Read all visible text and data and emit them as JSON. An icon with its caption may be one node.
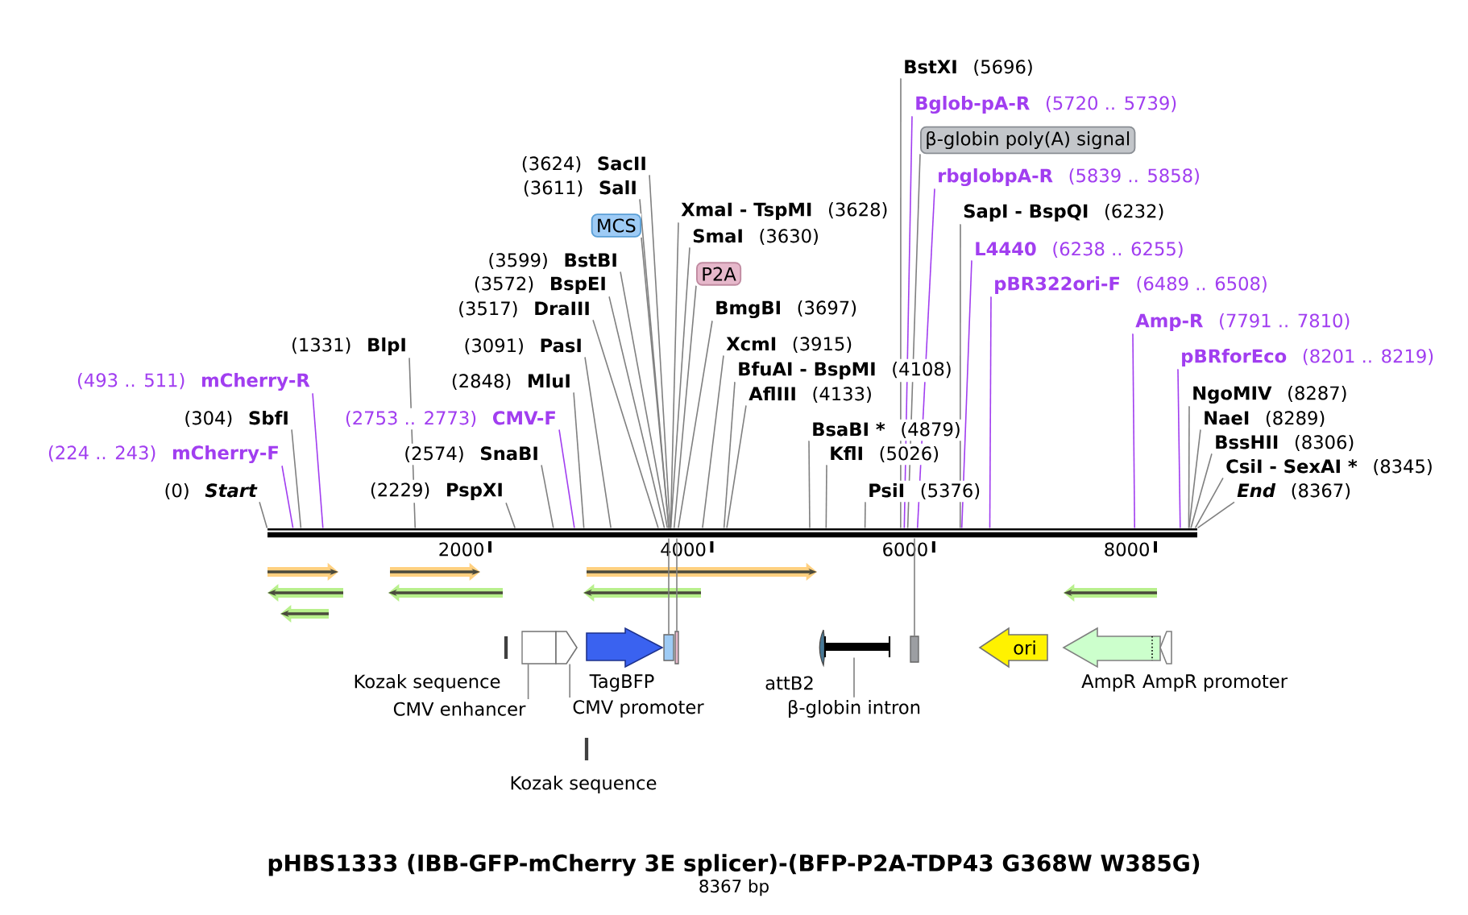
{
  "diagram": {
    "title": "pHBS1333 (IBB-GFP-mCherry 3E splicer)-(BFP-P2A-TDP43 G368W W385G)",
    "caption": "8367 bp",
    "nodes": [
      {
        "text": [],
        "shape": "bar",
        "beside": [
          "2000",
          "4000",
          "6000",
          "8000"
        ]
      },
      {
        "text": [
          "(0)",
          "Start"
        ]
      },
      {
        "text": [
          "(224 .. 243)",
          "mCherry-F"
        ]
      },
      {
        "text": [
          "(304)",
          "SbfI"
        ]
      },
      {
        "text": [
          "(493 .. 511)",
          "mCherry-R"
        ]
      },
      {
        "text": [
          "(1331)",
          "BlpI"
        ]
      },
      {
        "text": [
          "(2229)",
          "PspXI"
        ]
      },
      {
        "text": [
          "(2574)",
          "SnaBI"
        ]
      },
      {
        "text": [
          "(2753 .. 2773)",
          "CMV-F"
        ]
      },
      {
        "text": [
          "(2848)",
          "MluI"
        ]
      },
      {
        "text": [
          "(3091)",
          "PasI"
        ]
      },
      {
        "text": [
          "(3517)",
          "DraIII"
        ]
      },
      {
        "text": [
          "(3572)",
          "BspEI"
        ]
      },
      {
        "text": [
          "(3599)",
          "BstBI"
        ]
      },
      {
        "text": [
          "MCS"
        ]
      },
      {
        "text": [
          "(3611)",
          "SalI"
        ]
      },
      {
        "text": [
          "(3624)",
          "SacII"
        ]
      },
      {
        "text": [
          "XmaI - TspMI",
          "(3628)"
        ]
      },
      {
        "text": [
          "SmaI",
          "(3630)"
        ]
      },
      {
        "text": [
          "P2A"
        ]
      },
      {
        "text": [
          "BmgBI",
          "(3697)"
        ]
      },
      {
        "text": [
          "XcmI",
          "(3915)"
        ]
      },
      {
        "text": [
          "BfuAI - BspMI",
          "(4108)"
        ]
      },
      {
        "text": [
          "AflIII",
          "(4133)"
        ]
      },
      {
        "text": [
          "BsaBI *",
          "(4879)"
        ]
      },
      {
        "text": [
          "KflI",
          "(5026)"
        ]
      },
      {
        "text": [
          "PsiI",
          "(5376)"
        ]
      },
      {
        "text": [
          "BstXI",
          "(5696)"
        ]
      },
      {
        "text": [
          "Bglob-pA-R",
          "(5720 .. 5739)"
        ]
      },
      {
        "text": [
          "β-globin poly(A) signal"
        ]
      },
      {
        "text": [
          "rbglobpA-R",
          "(5839 .. 5858)"
        ]
      },
      {
        "text": [
          "SapI - BspQI",
          "(6232)"
        ]
      },
      {
        "text": [
          "L4440",
          "(6238 .. 6255)"
        ]
      },
      {
        "text": [
          "pBR322ori-F",
          "(6489 .. 6508)"
        ]
      },
      {
        "text": [
          "Amp-R",
          "(7791 .. 7810)"
        ]
      },
      {
        "text": [
          "pBRforEco",
          "(8201 .. 8219)"
        ]
      },
      {
        "text": [
          "NgoMIV",
          "(8287)"
        ]
      },
      {
        "text": [
          "NaeI",
          "(8289)"
        ]
      },
      {
        "text": [
          "BssHII",
          "(8306)"
        ]
      },
      {
        "text": [
          "CsiI - SexAI *",
          "(8345)"
        ]
      },
      {
        "text": [
          "End",
          "(8367)"
        ]
      },
      {
        "text": [
          "Kozak sequence"
        ]
      },
      {
        "text": [
          "CMV enhancer"
        ]
      },
      {
        "text": [
          "CMV promoter"
        ]
      },
      {
        "text": [],
        "shape": "box"
      },
      {
        "text": [],
        "shape": "arrow"
      },
      {
        "text": [
          "TagBFP"
        ]
      },
      {
        "text": [],
        "shape": "box"
      },
      {
        "text": [],
        "shape": "box"
      },
      {
        "text": [
          "Kozak sequence"
        ]
      },
      {
        "text": [
          "attB2"
        ]
      },
      {
        "text": [
          "β-globin intron"
        ]
      },
      {
        "text": [],
        "shape": "bar"
      },
      {
        "text": [],
        "shape": "box"
      },
      {
        "text": [
          "ori"
        ]
      },
      {
        "text": [
          "AmpR"
        ]
      },
      {
        "text": [
          "AmpR promoter"
        ]
      }
    ],
    "edges": [
      {
        "from": 1,
        "to": 0,
        "arrow": "none"
      },
      {
        "from": 2,
        "to": 0,
        "arrow": "none",
        "color": "#a13ef0"
      },
      {
        "from": 3,
        "to": 0,
        "arrow": "none"
      },
      {
        "from": 4,
        "to": 0,
        "arrow": "none",
        "color": "#a13ef0"
      },
      {
        "from": 5,
        "to": 0,
        "arrow": "none"
      },
      {
        "from": 6,
        "to": 0,
        "arrow": "none"
      },
      {
        "from": 7,
        "to": 0,
        "arrow": "none"
      },
      {
        "from": 8,
        "to": 0,
        "arrow": "none",
        "color": "#a13ef0"
      },
      {
        "from": 9,
        "to": 0,
        "arrow": "none"
      },
      {
        "from": 10,
        "to": 0,
        "arrow": "none"
      },
      {
        "from": 11,
        "to": 0,
        "arrow": "none"
      },
      {
        "from": 12,
        "to": 0,
        "arrow": "none"
      },
      {
        "from": 13,
        "to": 0,
        "arrow": "none"
      },
      {
        "from": 14,
        "to": 0,
        "arrow": "none"
      },
      {
        "from": 15,
        "to": 0,
        "arrow": "none"
      },
      {
        "from": 16,
        "to": 0,
        "arrow": "none"
      },
      {
        "from": 17,
        "to": 0,
        "arrow": "none"
      },
      {
        "from": 18,
        "to": 0,
        "arrow": "none"
      },
      {
        "from": 19,
        "to": 0,
        "arrow": "none"
      },
      {
        "from": 20,
        "to": 0,
        "arrow": "none"
      },
      {
        "from": 21,
        "to": 0,
        "arrow": "none"
      },
      {
        "from": 22,
        "to": 0,
        "arrow": "none"
      },
      {
        "from": 23,
        "to": 0,
        "arrow": "none"
      },
      {
        "from": 24,
        "to": 0,
        "arrow": "none"
      },
      {
        "from": 25,
        "to": 0,
        "arrow": "none"
      },
      {
        "from": 26,
        "to": 0,
        "arrow": "none"
      },
      {
        "from": 27,
        "to": 0,
        "arrow": "none"
      },
      {
        "from": 28,
        "to": 0,
        "arrow": "none",
        "color": "#a13ef0"
      },
      {
        "from": 29,
        "to": 0,
        "arrow": "none"
      },
      {
        "from": 30,
        "to": 0,
        "arrow": "none",
        "color": "#a13ef0"
      },
      {
        "from": 31,
        "to": 0,
        "arrow": "none"
      },
      {
        "from": 32,
        "to": 0,
        "arrow": "none",
        "color": "#a13ef0"
      },
      {
        "from": 33,
        "to": 0,
        "arrow": "none",
        "color": "#a13ef0"
      },
      {
        "from": 34,
        "to": 0,
        "arrow": "none",
        "color": "#a13ef0"
      },
      {
        "from": 35,
        "to": 0,
        "arrow": "none",
        "color": "#a13ef0"
      },
      {
        "from": 36,
        "to": 0,
        "arrow": "none"
      },
      {
        "from": 37,
        "to": 0,
        "arrow": "none"
      },
      {
        "from": 38,
        "to": 0,
        "arrow": "none"
      },
      {
        "from": 39,
        "to": 0,
        "arrow": "none"
      },
      {
        "from": 40,
        "to": 0,
        "arrow": "none"
      },
      {
        "from": 42,
        "to": 44,
        "arrow": "none"
      },
      {
        "from": 43,
        "to": 45,
        "arrow": "none"
      },
      {
        "from": 51,
        "to": 52,
        "arrow": "none"
      },
      {
        "from": 47,
        "to": 0,
        "arrow": "none"
      },
      {
        "from": 48,
        "to": 0,
        "arrow": "none"
      },
      {
        "from": 53,
        "to": 0,
        "arrow": "none"
      }
    ]
  }
}
